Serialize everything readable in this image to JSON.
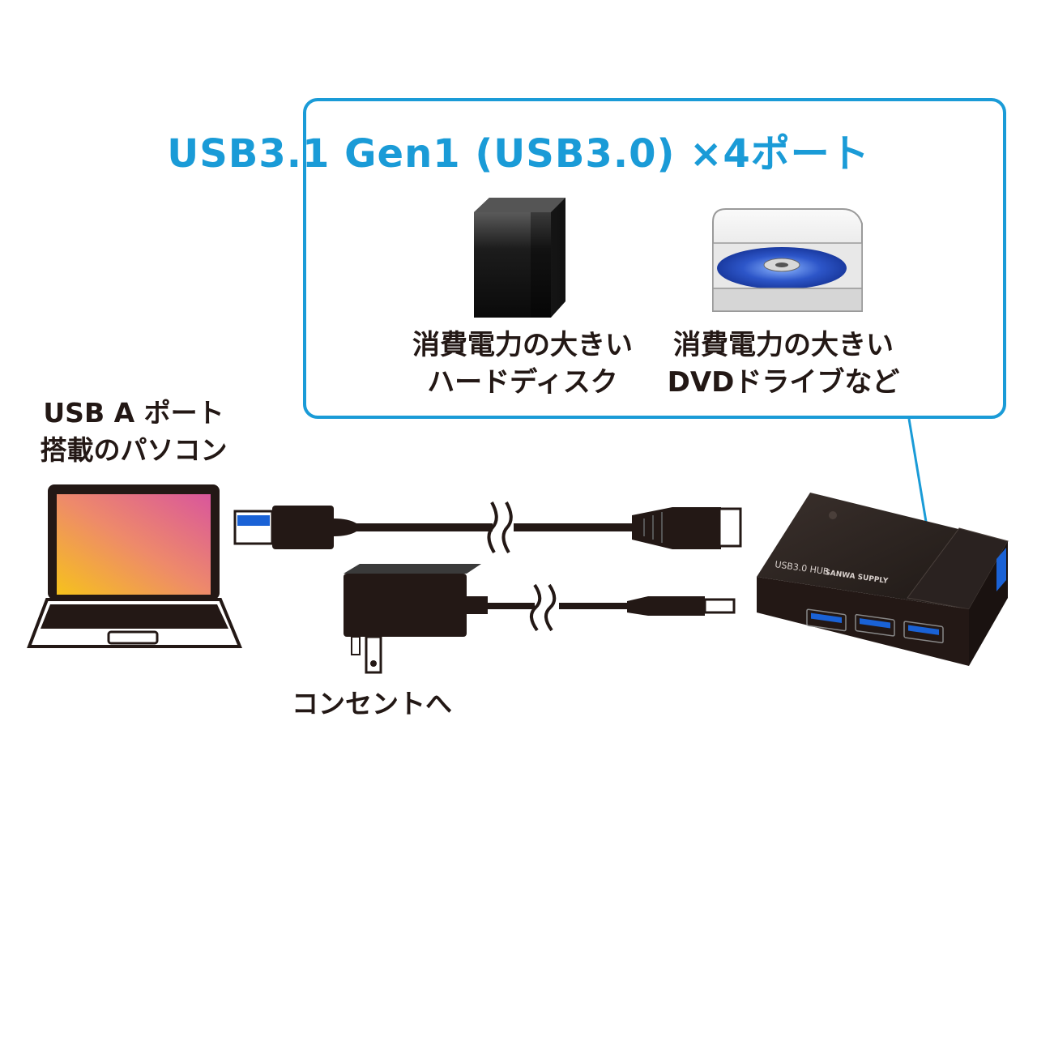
{
  "callout": {
    "title": "USB3.1 Gen1 (USB3.0) ×4ポート",
    "accent_color": "#1a9bd7",
    "devices": [
      {
        "icon": "hard-disk-icon",
        "line1": "消費電力の大きい",
        "line2": "ハードディスク"
      },
      {
        "icon": "dvd-drive-icon",
        "line1": "消費電力の大きい",
        "line2": "DVDドライブなど"
      }
    ]
  },
  "pc": {
    "icon": "laptop-icon",
    "line1": "USB A ポート",
    "line2": "搭載のパソコン"
  },
  "power": {
    "icon": "ac-adapter-icon",
    "label": "コンセントへ"
  },
  "hub": {
    "icon": "usb-hub-icon",
    "model_text": "USB3.0 HUB",
    "brand_text": "SANWA SUPPLY"
  }
}
